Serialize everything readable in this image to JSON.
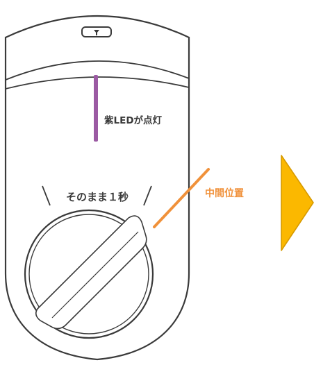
{
  "labels": {
    "led_status": "紫LEDが点灯",
    "hold_instruction": "そのまま１秒",
    "position_label": "中間位置"
  },
  "colors": {
    "device_outline": "#3a3a3a",
    "device_fill": "#ffffff",
    "led_bar": "#9b5aa3",
    "led_text": "#3a3a3a",
    "callout": "#f0913a",
    "arrow_fill": "#fbb800",
    "arrow_stroke": "#d79a00"
  },
  "icons": {
    "top": "lock-icon",
    "next": "arrow-right-icon"
  }
}
